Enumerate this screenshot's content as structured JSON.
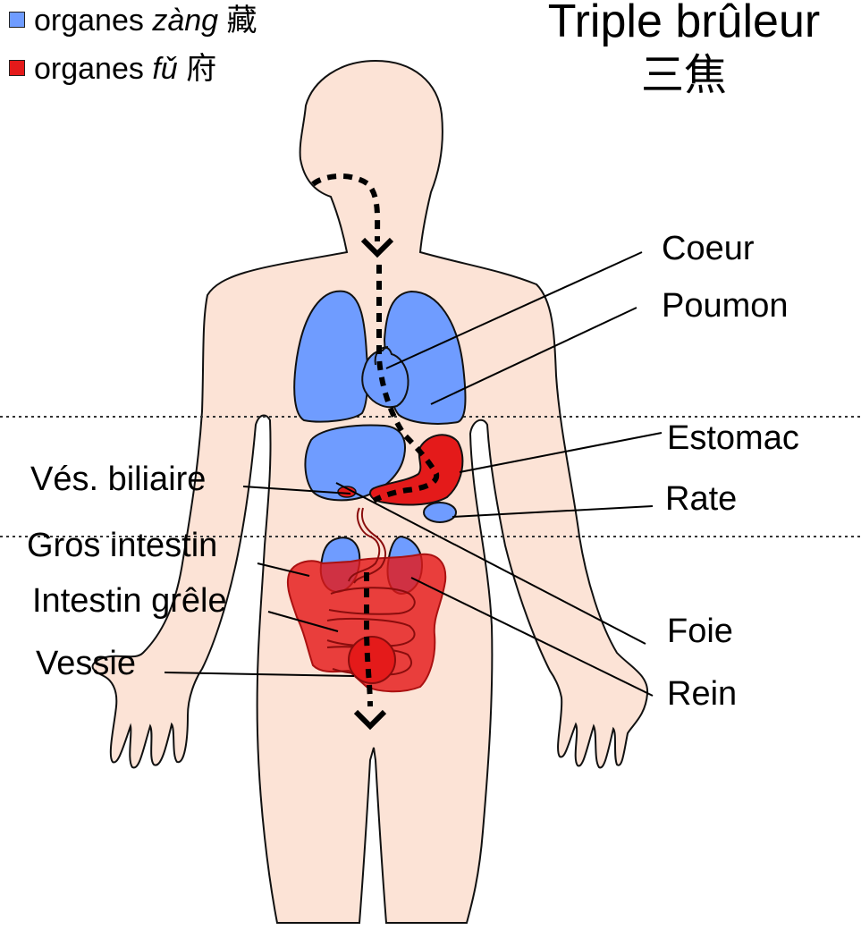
{
  "title": "Triple brûleur",
  "subtitle": "三焦",
  "legend": [
    {
      "prefix": "organes",
      "term": "zàng",
      "hanzi": "藏",
      "color": "#6f9cff"
    },
    {
      "prefix": "organes",
      "term": "fǔ",
      "hanzi": "府",
      "color": "#e41a1a"
    }
  ],
  "labels": {
    "coeur": "Coeur",
    "poumon": "Poumon",
    "estomac": "Estomac",
    "rate": "Rate",
    "foie": "Foie",
    "rein": "Rein",
    "ves_biliaire": "Vés. biliaire",
    "gros_intestin": "Gros intestin",
    "intestin_grele": "Intestin grêle",
    "vessie": "Vessie"
  },
  "colors": {
    "skin": "#fce3d6",
    "zang_blue": "#6f9cff",
    "fu_red": "#e41a1a"
  }
}
